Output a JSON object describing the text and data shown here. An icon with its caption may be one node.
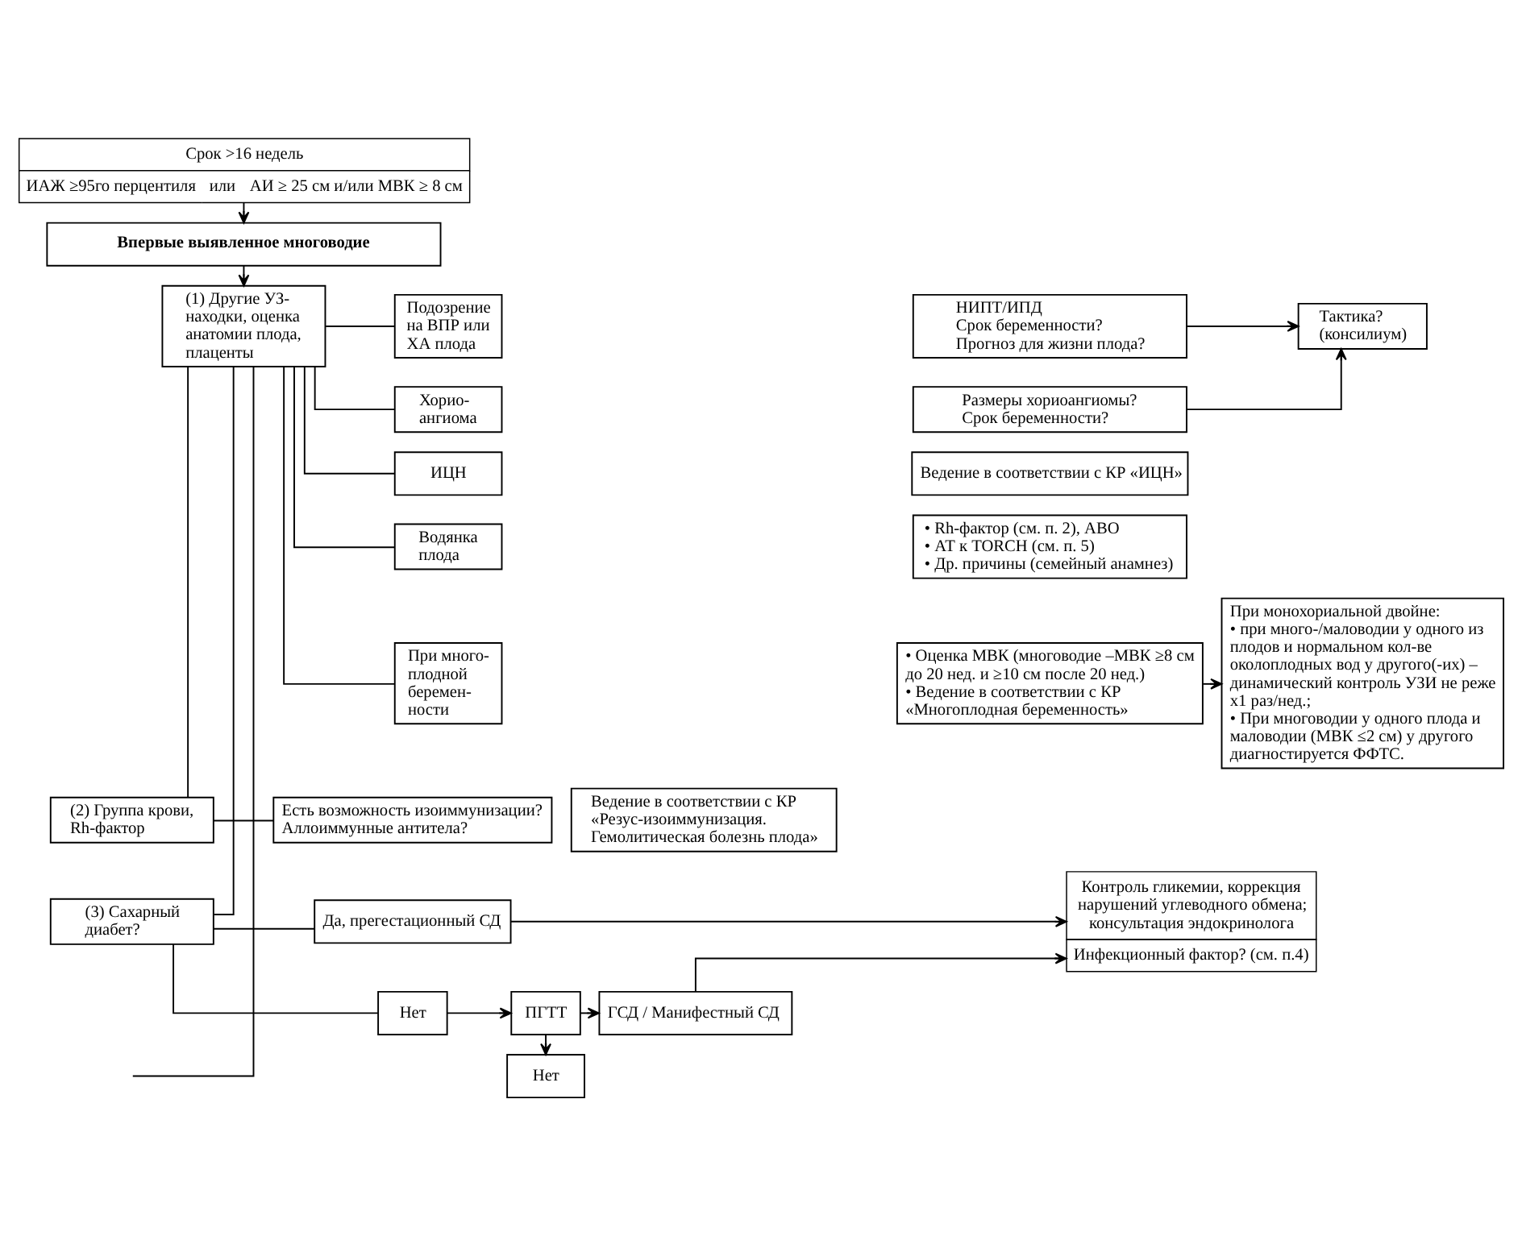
{
  "diagram": {
    "nodes": [
      {
        "text": [
          "Срок >16 недель",
          "ИАЖ ≥95го перцентиля",
          "или",
          "АИ ≥ 25 см и/или МВК ≥ 8 см"
        ]
      },
      {
        "text": [
          "Впервые выявленное многоводие"
        ]
      },
      {
        "text": [
          "(1) Другие УЗ-находки, оценка анатомии плода, плаценты"
        ]
      },
      {
        "text": [
          "Подозрение на ВПР или ХА плода"
        ]
      },
      {
        "text": [
          "Хорио-ангиома"
        ]
      },
      {
        "text": [
          "ИЦН"
        ]
      },
      {
        "text": [
          "Водянка плода"
        ]
      },
      {
        "text": [
          "При много-плодной беремен-ности"
        ]
      },
      {
        "text": [
          "НИПТ/ИПД",
          "Срок беременности?",
          "Прогноз для жизни плода?"
        ]
      },
      {
        "text": [
          "Размеры хориоангиомы?",
          "Срок беременности?"
        ]
      },
      {
        "text": [
          "Ведение в соответствии с КР «ИЦН»"
        ]
      },
      {
        "text": [
          "• Rh-фактор (см. п. 2), АВО",
          "• АТ к TORCH (см. п. 5)",
          "• Др. причины (семейный анамнез)"
        ]
      },
      {
        "text": [
          "• Оценка МВК (многоводие –МВК ≥8 см до 20 нед. и ≥10 см после 20 нед.)",
          "• Ведение в соответствии с КР «Многоплодная беременность»"
        ]
      },
      {
        "text": [
          "Тактика? (консилиум)"
        ]
      },
      {
        "text": [
          "При монохориальной двойне:",
          "• при много-/маловодии у одного из плодов и нормальном кол-ве околоплодных вод у другого(-их) – динамический контроль УЗИ не реже х1 раз/нед.;",
          "• При многоводии у одного плода и маловодии (МВК ≤2 см) у другого диагностируется ФФТС."
        ]
      },
      {
        "text": [
          "(2) Группа крови, Rh-фактор"
        ]
      },
      {
        "text": [
          "Есть возможность изоиммунизации?",
          "Аллоиммунные антитела?"
        ]
      },
      {
        "text": [
          "Ведение в соответствии с КР «Резус-изоиммунизация. Гемолитическая болезнь плода»"
        ]
      },
      {
        "text": [
          "(3) Сахарный диабет?"
        ]
      },
      {
        "text": [
          "Да, прегестационный СД"
        ]
      },
      {
        "text": [
          "Нет"
        ]
      },
      {
        "text": [
          "ПГТТ"
        ]
      },
      {
        "text": [
          "ГСД / Манифестный СД"
        ]
      },
      {
        "text": [
          "Нет"
        ]
      },
      {
        "text": [
          "Контроль гликемии, коррекция нарушений углеводного обмена; консультация эндокринолога",
          "Инфекционный фактор? (см. п.4)"
        ]
      }
    ],
    "edges": [
      {
        "from": 0,
        "to": 1,
        "arrow": "to"
      },
      {
        "from": 1,
        "to": 2,
        "arrow": "to"
      },
      {
        "from": 2,
        "to": 3,
        "arrow": "none"
      },
      {
        "from": 2,
        "to": 4,
        "arrow": "none"
      },
      {
        "from": 2,
        "to": 5,
        "arrow": "none"
      },
      {
        "from": 2,
        "to": 6,
        "arrow": "none"
      },
      {
        "from": 2,
        "to": 7,
        "arrow": "none"
      },
      {
        "from": 8,
        "to": 13,
        "arrow": "to"
      },
      {
        "from": 9,
        "to": 13,
        "arrow": "to"
      },
      {
        "from": 12,
        "to": 14,
        "arrow": "to"
      },
      {
        "from": 2,
        "to": 15,
        "arrow": "none"
      },
      {
        "from": 2,
        "to": 18,
        "arrow": "none"
      },
      {
        "from": 2,
        "to": null,
        "arrow": "none"
      },
      {
        "from": 15,
        "to": 16,
        "arrow": "none"
      },
      {
        "from": 18,
        "to": 19,
        "arrow": "none"
      },
      {
        "from": 18,
        "to": 20,
        "arrow": "none"
      },
      {
        "from": 19,
        "to": 24,
        "arrow": "to"
      },
      {
        "from": 20,
        "to": 21,
        "arrow": "to"
      },
      {
        "from": 21,
        "to": 22,
        "arrow": "to"
      },
      {
        "from": 21,
        "to": 23,
        "arrow": "to"
      },
      {
        "from": 22,
        "to": 24,
        "arrow": "to"
      }
    ]
  }
}
